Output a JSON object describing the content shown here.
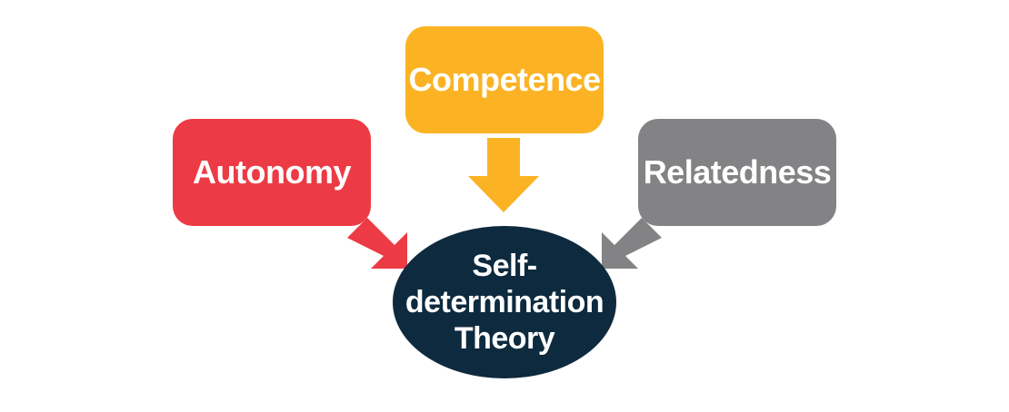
{
  "diagram": {
    "nodes": {
      "autonomy": {
        "label": "Autonomy",
        "color": "#ec3b44"
      },
      "competence": {
        "label": "Competence",
        "color": "#fbb324"
      },
      "relatedness": {
        "label": "Relatedness",
        "color": "#838385"
      }
    },
    "center": {
      "lines": [
        "Self-",
        "determination",
        "Theory"
      ],
      "color": "#0e2a3f"
    },
    "arrow_colors": {
      "autonomy": "#ec3b44",
      "competence": "#fbb324",
      "relatedness": "#838385"
    }
  }
}
